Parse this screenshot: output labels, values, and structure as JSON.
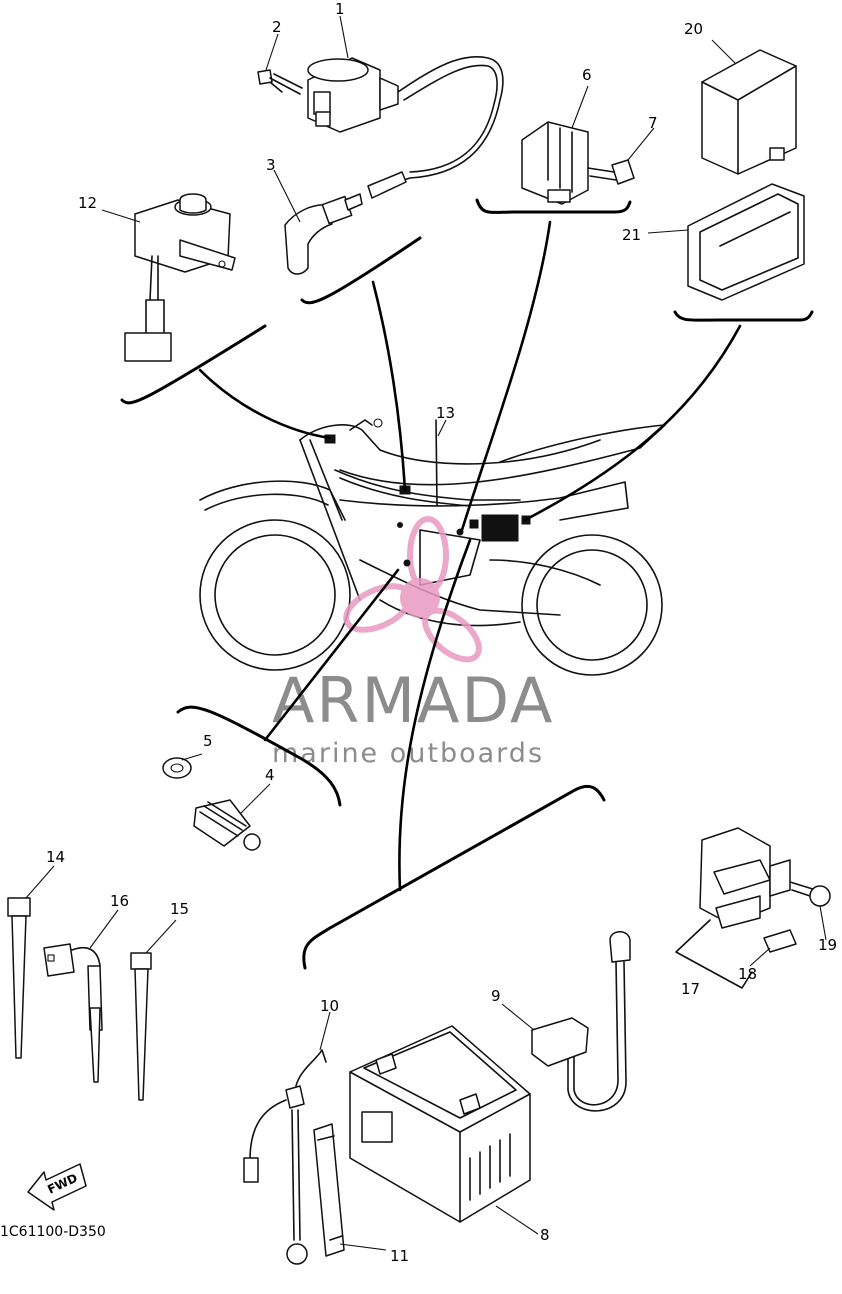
{
  "diagram_code": "1C61100-D350",
  "fwd_label": "FWD",
  "watermark": {
    "brand": "ARMADA",
    "tagline": "marine outboards",
    "pink": "#e89ac3",
    "gray": "#8c8c8c"
  },
  "callouts": [
    "1",
    "2",
    "3",
    "4",
    "5",
    "6",
    "7",
    "8",
    "9",
    "10",
    "11",
    "12",
    "13",
    "14",
    "15",
    "16",
    "17",
    "18",
    "19",
    "20",
    "21"
  ]
}
